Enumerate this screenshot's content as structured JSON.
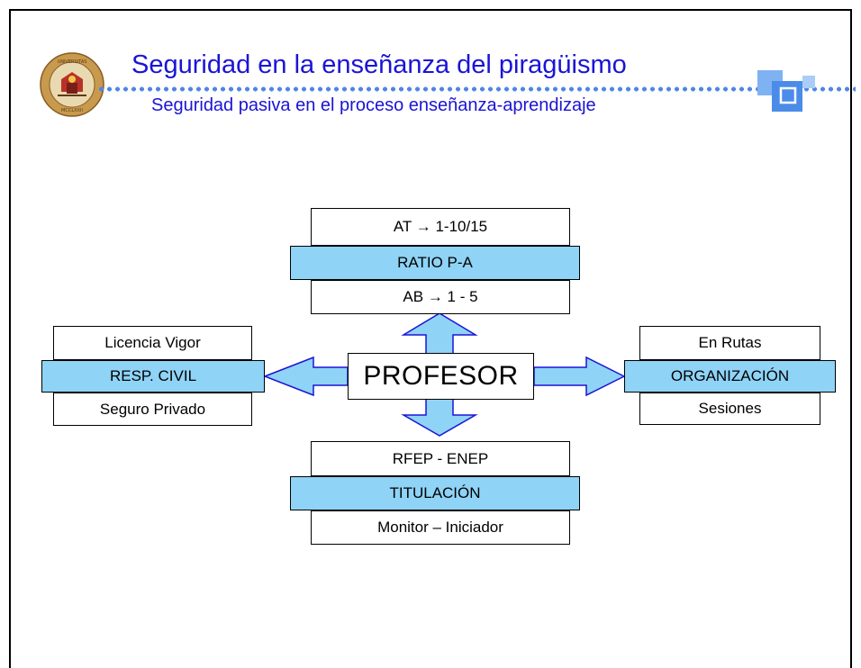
{
  "header": {
    "title": "Seguridad en la enseñanza del piragüismo",
    "subtitle": "Seguridad pasiva en el proceso enseñanza-aprendizaje",
    "seal_text": "UNIVERSITAS STUDIORUM MURCIANA · ANNO MCCLXXII",
    "accent_color": "#1a14d6",
    "dots_color": "#4f86e8"
  },
  "diagram": {
    "center": "PROFESOR",
    "fill_color": "#8fd3f6",
    "top": {
      "upper": "AT → 1-10/15",
      "label": "RATIO P-A",
      "lower": "AB → 1 - 5"
    },
    "left": {
      "upper": "Licencia Vigor",
      "label": "RESP. CIVIL",
      "lower": "Seguro Privado"
    },
    "right": {
      "upper": "En Rutas",
      "label": "ORGANIZACIÓN",
      "lower": "Sesiones"
    },
    "bottom": {
      "upper": "RFEP - ENEP",
      "label": "TITULACIÓN",
      "lower": "Monitor – Iniciador"
    }
  }
}
